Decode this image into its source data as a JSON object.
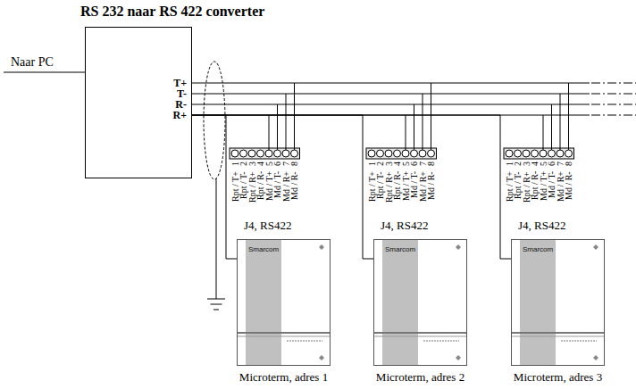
{
  "diagram": {
    "nodes": [
      {
        "text": [
          "RS 232 naar RS 422 converter",
          "T+",
          "T-",
          "R-",
          "R+"
        ]
      },
      {
        "text": [
          "Smarcom",
          "Microterm, adres 1"
        ]
      },
      {
        "text": [
          "Smarcom",
          "Microterm, adres 2"
        ]
      },
      {
        "text": [
          "Smarcom",
          "Microterm, adres 3"
        ]
      }
    ],
    "edges": [
      {
        "from": 0,
        "to": 1,
        "arrow": "none"
      },
      {
        "from": 0,
        "to": 2,
        "arrow": "none"
      },
      {
        "from": 0,
        "to": 3,
        "arrow": "none"
      }
    ],
    "labels": [
      "Naar PC",
      "1",
      "Rpt / T+",
      "2",
      "Rpt / T-",
      "3",
      "Rpt / R+",
      "4",
      "Rpt / R-",
      "5",
      "Md / T+",
      "6",
      "Md / T-",
      "7",
      "Md / R+",
      "8",
      "Md / R-",
      "J4, RS422",
      "1",
      "Rpt / T+",
      "2",
      "Rpt / T-",
      "3",
      "Rpt / R+",
      "4",
      "Rpt / R-",
      "5",
      "Md / T+",
      "6",
      "Md / T-",
      "7",
      "Md / R+",
      "8",
      "Md / R-",
      "J4, RS422",
      "1",
      "Rpt / T+",
      "2",
      "Rpt / T-",
      "3",
      "Rpt / R+",
      "4",
      "Rpt / R-",
      "5",
      "Md / T+",
      "6",
      "Md / T-",
      "7",
      "Md / R+",
      "8",
      "Md / R-",
      "J4, RS422"
    ]
  }
}
